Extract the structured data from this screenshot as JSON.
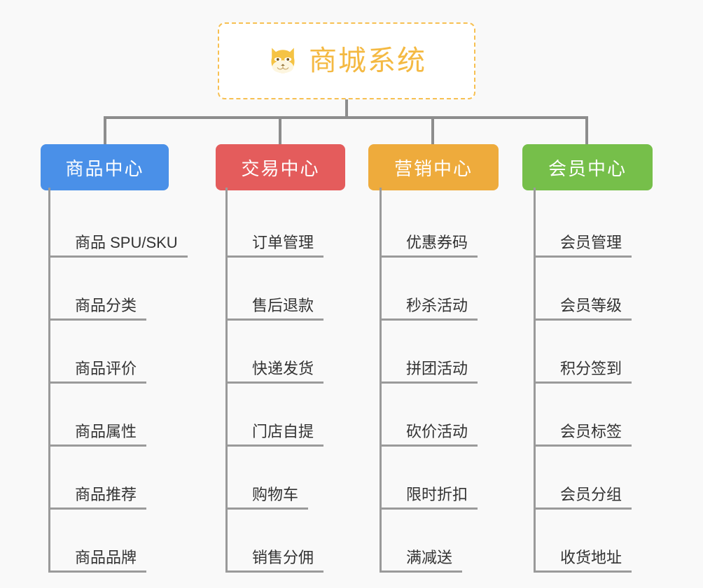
{
  "root": {
    "title": "商城系统",
    "icon": "shiba-dog-icon",
    "border_color": "#f7c052",
    "text_color": "#f4b942",
    "background": "#ffffff"
  },
  "canvas": {
    "background": "#f9f9f9",
    "connector_color": "#8d8d8d",
    "leaf_line_color": "#9a9a9a",
    "leaf_text_color": "#333333"
  },
  "branches": [
    {
      "label": "商品中心",
      "color": "#4a90e8",
      "items": [
        "商品 SPU/SKU",
        "商品分类",
        "商品评价",
        "商品属性",
        "商品推荐",
        "商品品牌"
      ]
    },
    {
      "label": "交易中心",
      "color": "#e45c5c",
      "items": [
        "订单管理",
        "售后退款",
        "快递发货",
        "门店自提",
        "购物车",
        "销售分佣"
      ]
    },
    {
      "label": "营销中心",
      "color": "#eeab3c",
      "items": [
        "优惠券码",
        "秒杀活动",
        "拼团活动",
        "砍价活动",
        "限时折扣",
        "满减送"
      ]
    },
    {
      "label": "会员中心",
      "color": "#76bf4a",
      "items": [
        "会员管理",
        "会员等级",
        "积分签到",
        "会员标签",
        "会员分组",
        "收货地址"
      ]
    }
  ]
}
